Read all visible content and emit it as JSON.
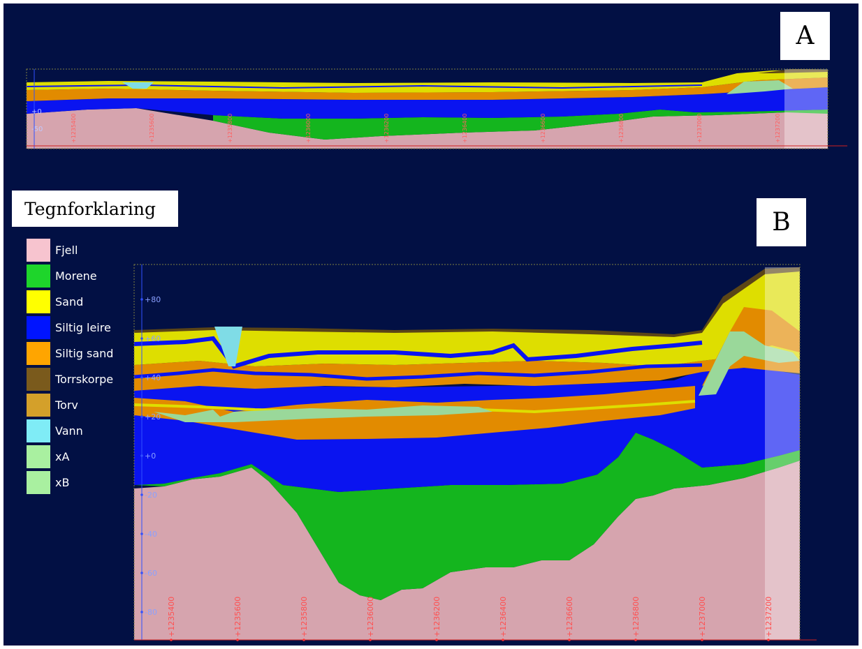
{
  "panels": [
    {
      "id": "A",
      "label": "A"
    },
    {
      "id": "B",
      "label": "B"
    }
  ],
  "legend": {
    "title": "Tegnforklaring",
    "items": [
      {
        "label": "Fjell",
        "color": "#f7c4cf"
      },
      {
        "label": "Morene",
        "color": "#1ed52b"
      },
      {
        "label": "Sand",
        "color": "#ffff00"
      },
      {
        "label": "Siltig leire",
        "color": "#0014ff"
      },
      {
        "label": "Siltig sand",
        "color": "#ffa500"
      },
      {
        "label": "Torrskorpe",
        "color": "#7a5a1c"
      },
      {
        "label": "Torv",
        "color": "#d4a02a"
      },
      {
        "label": "Vann",
        "color": "#7fecf6"
      },
      {
        "label": "xA",
        "color": "#a9f0a0"
      },
      {
        "label": "xB",
        "color": "#a9f0a0"
      }
    ]
  },
  "profile": {
    "y_ticks": [
      "+80",
      "+60",
      "+40",
      "+20",
      "+0",
      "-20",
      "-40",
      "-60",
      "-80"
    ],
    "x_ticks": [
      "+1235400",
      "+1235600",
      "+1235800",
      "+1236000",
      "+1236200",
      "+1236400",
      "+1236600",
      "+1236800",
      "+1237000",
      "+1237200"
    ],
    "overview_y_ticks": [
      "+0",
      "-50"
    ],
    "overview_x_ticks": [
      "+1235400",
      "+1235600",
      "+1235800",
      "+1236000",
      "+1236200",
      "+1236400",
      "+1236600",
      "+1236800",
      "+1237000",
      "+1237200"
    ]
  }
}
